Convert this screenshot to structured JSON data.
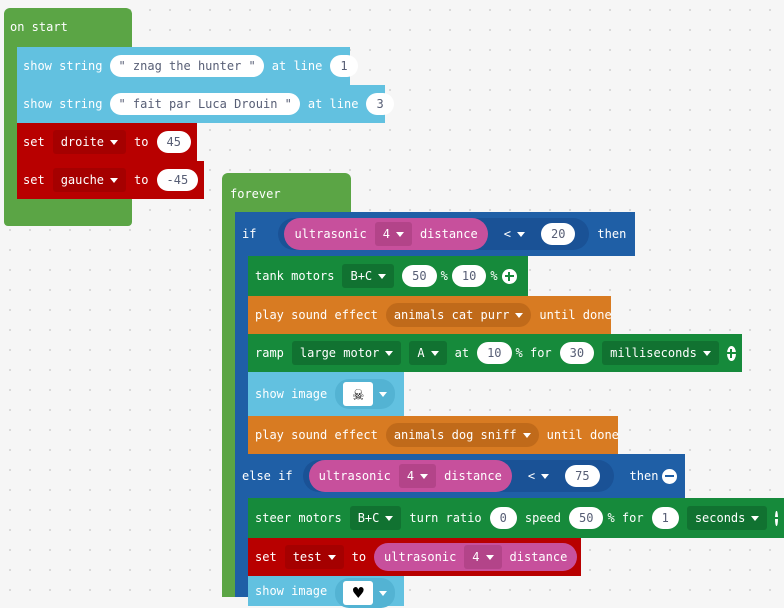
{
  "on_start": {
    "hat_label": "on start",
    "blocks": [
      {
        "verb": "show string",
        "value": "\" znag the hunter \"",
        "suffix": "at line",
        "line": "1"
      },
      {
        "verb": "show string",
        "value": "\" fait par Luca Drouin \"",
        "suffix": "at line",
        "line": "3"
      }
    ],
    "sets": [
      {
        "verb": "set",
        "var": "droite",
        "to": "to",
        "value": "45"
      },
      {
        "verb": "set",
        "var": "gauche",
        "to": "to",
        "value": "-45"
      }
    ]
  },
  "forever": {
    "hat_label": "forever",
    "if_label": "if",
    "then_label": "then",
    "else_if_label": "else if",
    "cond1": {
      "sensor": "ultrasonic",
      "port": "4",
      "measure": "distance",
      "op": "<",
      "value": "20"
    },
    "tank": {
      "label": "tank motors",
      "ports": "B+C",
      "left": "50",
      "pct1": "%",
      "right": "10",
      "pct2": "%"
    },
    "sound1": {
      "label": "play sound effect",
      "sound": "animals cat purr",
      "suffix": "until done"
    },
    "ramp": {
      "label": "ramp",
      "motor": "large motor",
      "port": "A",
      "at": "at",
      "speed": "10",
      "pctfor": "% for",
      "time": "30",
      "unit": "milliseconds"
    },
    "image1": {
      "label": "show image",
      "glyph": "☠"
    },
    "sound2": {
      "label": "play sound effect",
      "sound": "animals dog sniff",
      "suffix": "until done"
    },
    "cond2": {
      "sensor": "ultrasonic",
      "port": "4",
      "measure": "distance",
      "op": "<",
      "value": "75"
    },
    "steer": {
      "label": "steer motors",
      "ports": "B+C",
      "ratio_label": "turn ratio",
      "ratio": "0",
      "speed_label": "speed",
      "speed": "50",
      "pctfor": "% for",
      "time": "1",
      "unit": "seconds"
    },
    "set_test": {
      "verb": "set",
      "var": "test",
      "to": "to",
      "sensor": "ultrasonic",
      "port": "4",
      "measure": "distance"
    },
    "image2": {
      "label": "show image",
      "glyph": "♥"
    }
  },
  "colors": {
    "loops": "#5ba545",
    "basic": "#62c1e0",
    "variables": "#b80000",
    "logic": "#1f5fa6",
    "motors": "#168a3b",
    "music": "#d87b22",
    "sensors": "#c7509c"
  }
}
